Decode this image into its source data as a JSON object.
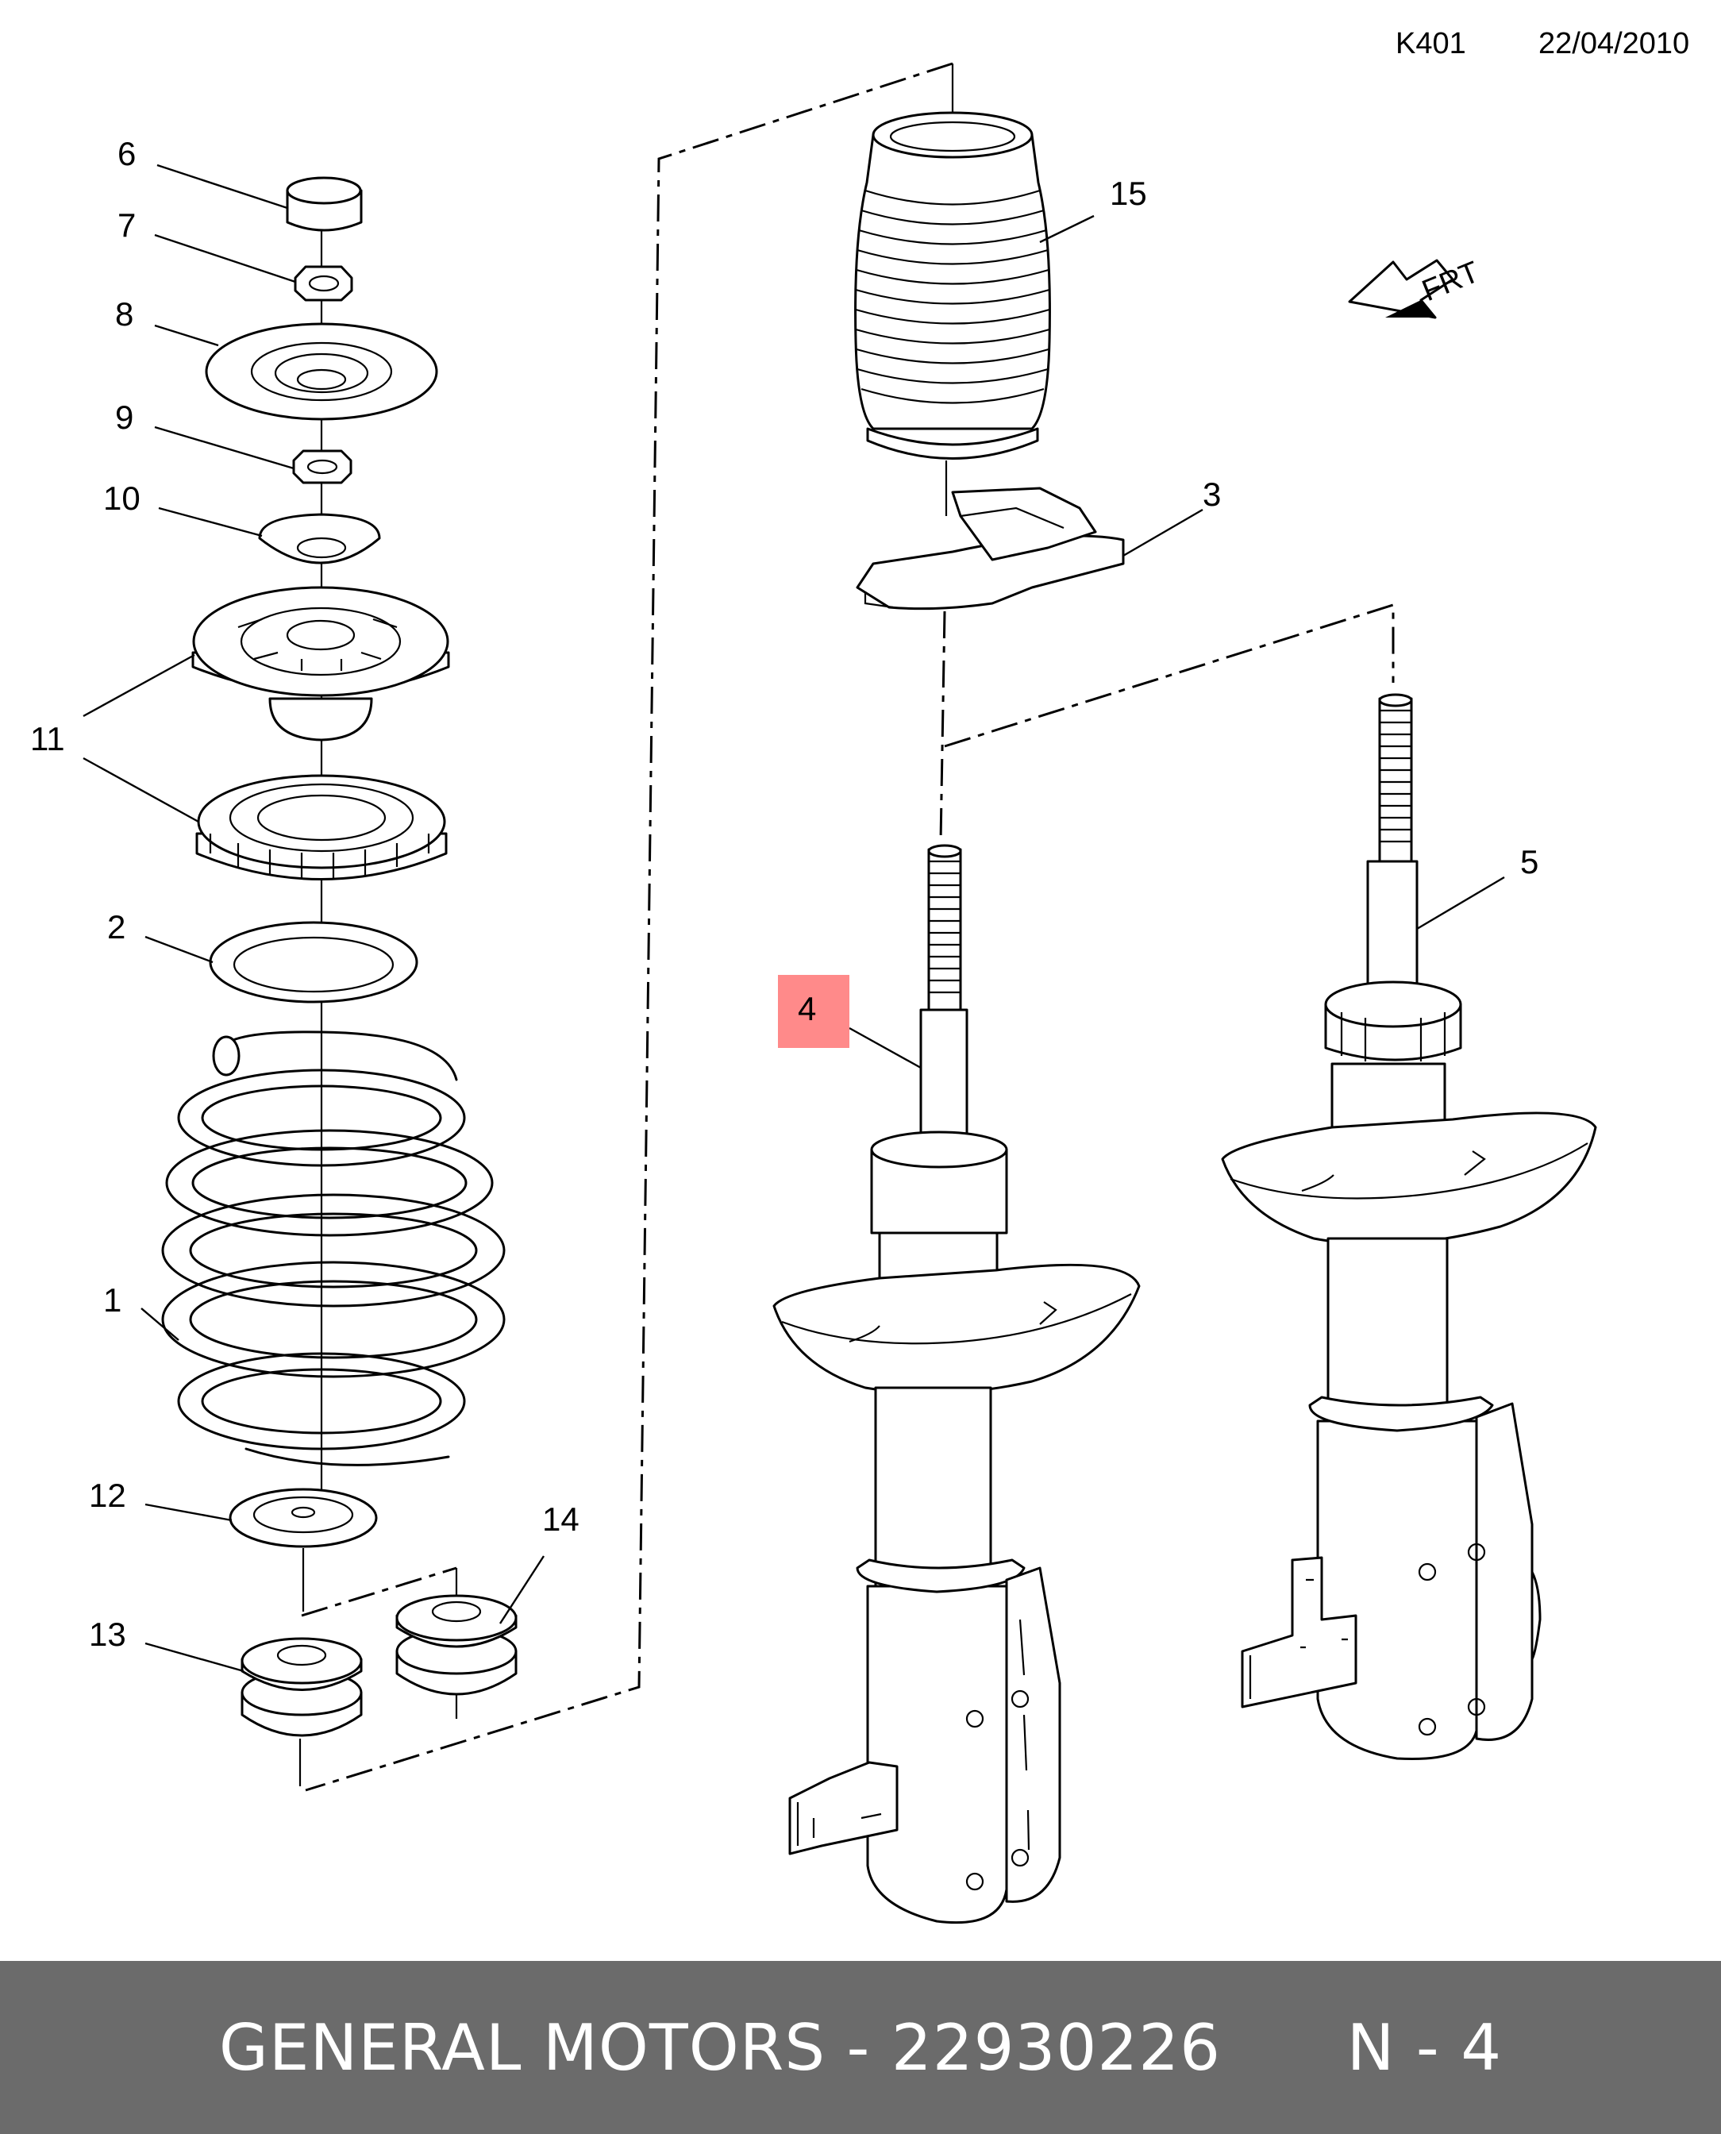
{
  "header": {
    "code": "K401",
    "date": "22/04/2010"
  },
  "direction_label": "FRT",
  "highlight_color": "#ff8a8a",
  "callouts": [
    "1",
    "2",
    "3",
    "4",
    "5",
    "6",
    "7",
    "8",
    "9",
    "10",
    "11",
    "12",
    "13",
    "14",
    "15"
  ],
  "footer": {
    "brand": "GENERAL MOTORS",
    "separator": "-",
    "part_number": "22930226",
    "ref": "N - 4",
    "background": "#6b6b6b"
  }
}
